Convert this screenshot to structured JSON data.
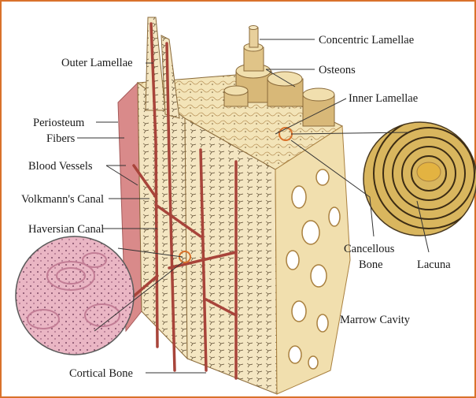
{
  "labels": {
    "concentric_lamellae": "Concentric Lamellae",
    "outer_lamellae": "Outer Lamellae",
    "osteons": "Osteons",
    "inner_lamellae": "Inner Lamellae",
    "periosteum": "Periosteum",
    "fibers": "Fibers",
    "blood_vessels": "Blood Vessels",
    "volkmanns_canal": "Volkmann's Canal",
    "haversian_canal": "Haversian Canal",
    "cancellous_line1": "Cancellous",
    "cancellous_line2": "Bone",
    "lacuna": "Lacuna",
    "marrow_cavity": "Marrow Cavity",
    "cortical_bone": "Cortical Bone"
  },
  "colors": {
    "border": "#d9722b",
    "bone_cream": "#f1dfae",
    "bone_tan": "#d8b878",
    "bone_dark": "#a9803f",
    "vessel_red": "#a8443a",
    "periosteum_pink": "#d98a8a",
    "histology_pink": "#eab6c4",
    "lacuna_gold": "#e3b341"
  }
}
